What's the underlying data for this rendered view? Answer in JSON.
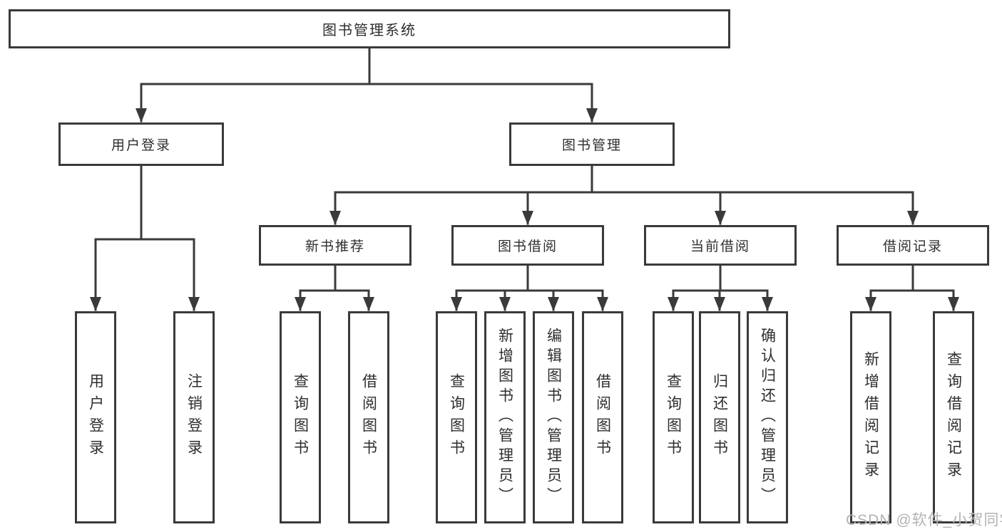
{
  "diagram": {
    "root_label": "图书管理系统",
    "user_login": {
      "label": "用户登录",
      "children": [
        {
          "label": "用户登录"
        },
        {
          "label": "注销登录"
        }
      ]
    },
    "book_management": {
      "label": "图书管理",
      "sections": [
        {
          "label": "新书推荐",
          "children": [
            {
              "label": "查询图书"
            },
            {
              "label": "借阅图书"
            }
          ]
        },
        {
          "label": "图书借阅",
          "children": [
            {
              "label": "查询图书"
            },
            {
              "label": "新增图书（管理员）"
            },
            {
              "label": "编辑图书（管理员）"
            },
            {
              "label": "借阅图书"
            }
          ]
        },
        {
          "label": "当前借阅",
          "children": [
            {
              "label": "查询图书"
            },
            {
              "label": "归还图书"
            },
            {
              "label": "确认归还（管理员）"
            }
          ]
        },
        {
          "label": "借阅记录",
          "children": [
            {
              "label": "新增借阅记录"
            },
            {
              "label": "查询借阅记录"
            }
          ]
        }
      ]
    }
  },
  "watermark": {
    "text": "CSDN @软件_小贺同学"
  },
  "colors": {
    "line": "#3a3a3a",
    "box_border": "#3a3a3a",
    "text": "#2e2e2e",
    "watermark": "#b3b3b3",
    "background": "#ffffff"
  }
}
